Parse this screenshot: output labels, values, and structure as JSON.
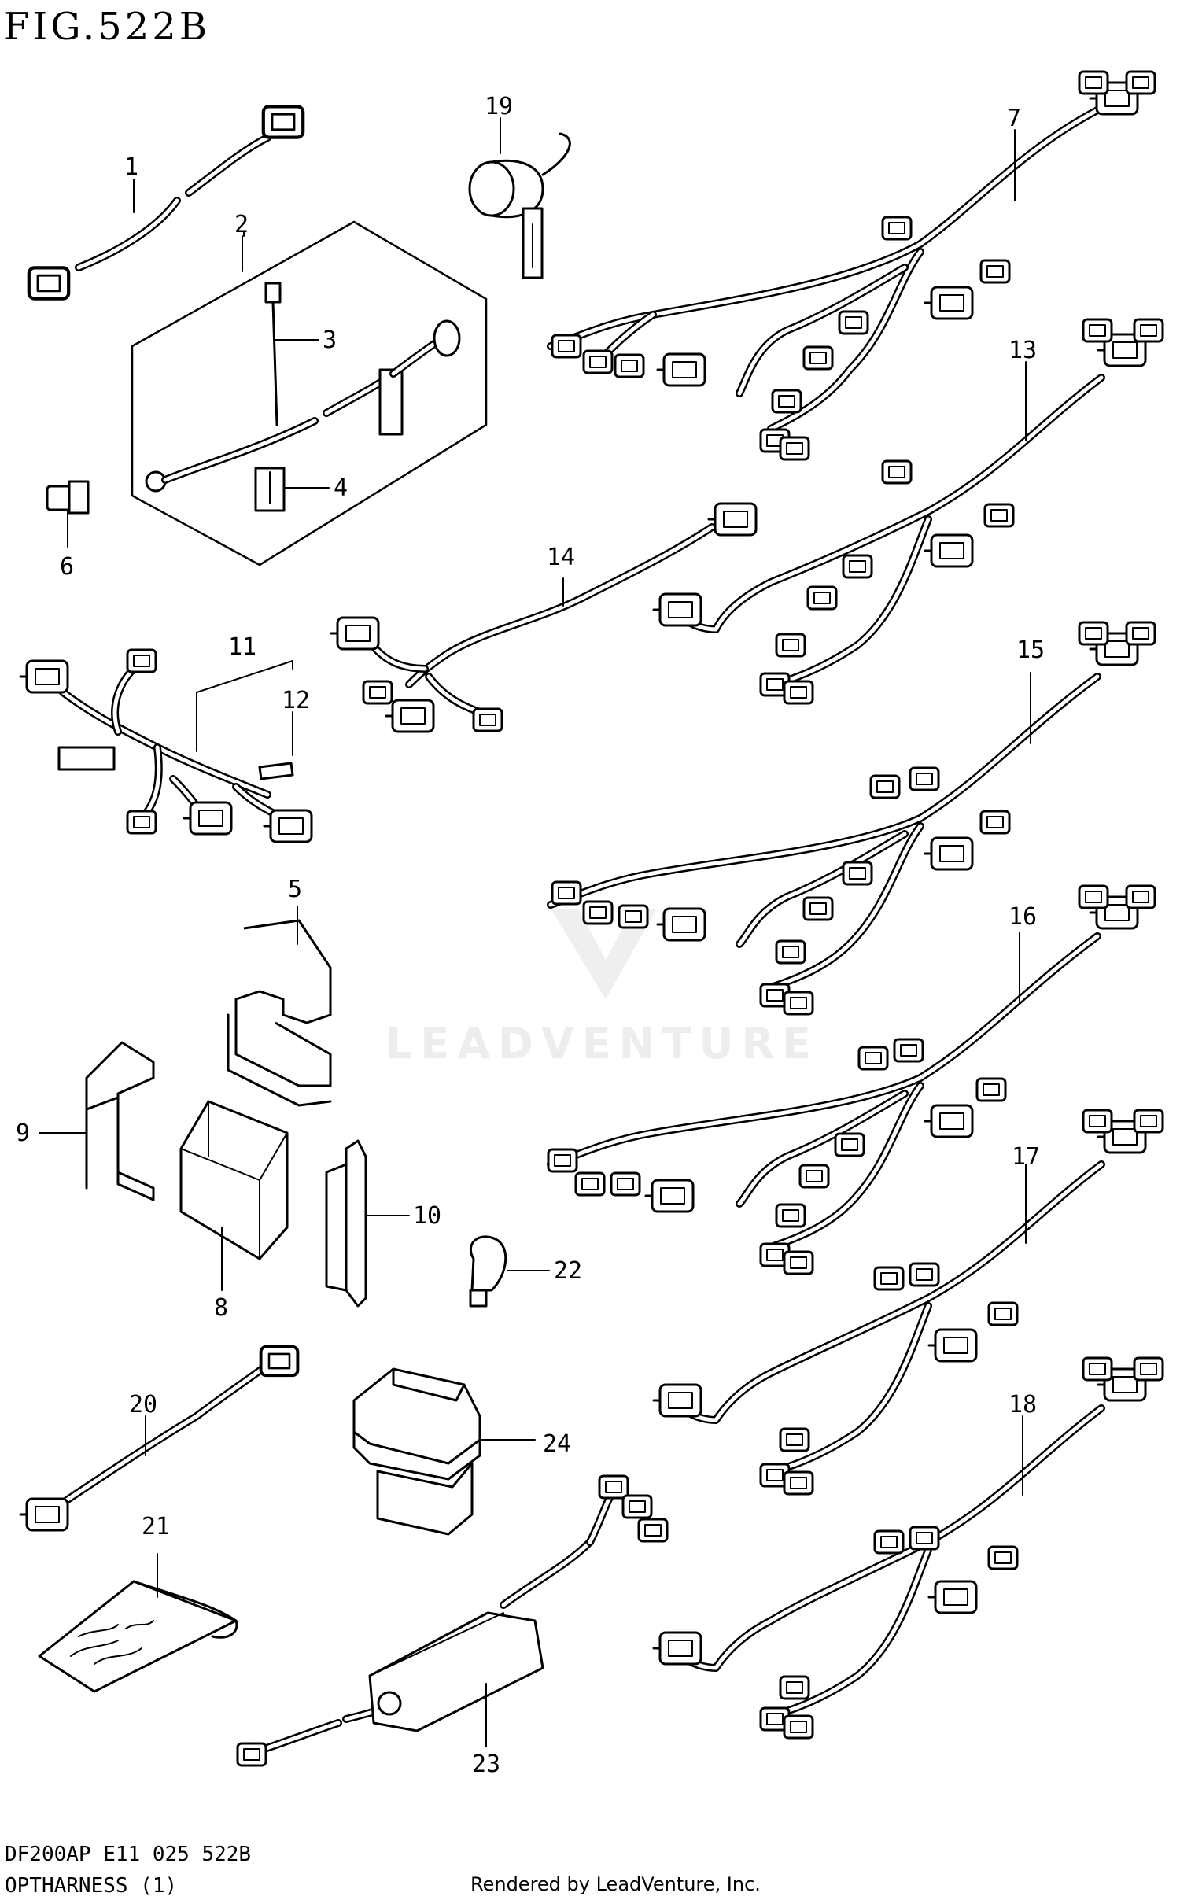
{
  "figure_title": "FIG.522B",
  "drawing_code": "DF200AP_E11_025_522B",
  "section_name": "OPTHARNESS (1)",
  "rendered_by": "Rendered by LeadVenture, Inc.",
  "watermark": "LEADVENTURE",
  "callouts": {
    "c1": "1",
    "c2": "2",
    "c3": "3",
    "c4": "4",
    "c5": "5",
    "c6": "6",
    "c7": "7",
    "c8": "8",
    "c9": "9",
    "c10": "10",
    "c11": "11",
    "c12": "12",
    "c13": "13",
    "c14": "14",
    "c15": "15",
    "c16": "16",
    "c17": "17",
    "c18": "18",
    "c19": "19",
    "c20": "20",
    "c21": "21",
    "c22": "22",
    "c23": "23",
    "c24": "24"
  }
}
